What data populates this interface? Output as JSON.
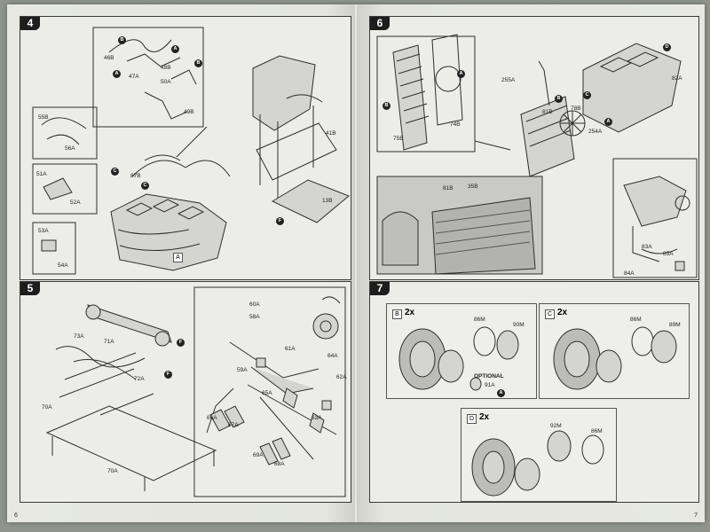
{
  "left_page": {
    "number": "6",
    "step4": {
      "label": "4",
      "parts": [
        "46B",
        "47A",
        "48B",
        "49B",
        "50A",
        "55B",
        "56A",
        "87B",
        "51A",
        "52A",
        "53A",
        "54A",
        "41B",
        "13B"
      ],
      "markers": [
        "B",
        "A",
        "A",
        "B",
        "C",
        "C",
        "F"
      ],
      "marker_box": "A"
    },
    "step5": {
      "label": "5",
      "parts": [
        "73A",
        "71A",
        "72A",
        "70A",
        "70A",
        "60A",
        "58A",
        "61A",
        "59A",
        "64A",
        "62A",
        "63A",
        "65A",
        "66A",
        "67A",
        "69A",
        "68A"
      ],
      "markers": [
        "F",
        "F"
      ]
    }
  },
  "right_page": {
    "number": "7",
    "step6": {
      "label": "6",
      "parts": [
        "74B",
        "75B",
        "255A",
        "81B",
        "78B",
        "254A",
        "82A",
        "81B",
        "35B",
        "83A",
        "85A",
        "84A"
      ],
      "markers": [
        "A",
        "B",
        "B",
        "A",
        "C",
        "D"
      ]
    },
    "step7": {
      "label": "7",
      "sub_b": {
        "letter": "B",
        "qty": "2x",
        "parts": [
          "86M",
          "90M",
          "91A"
        ],
        "optional": "OPTIONAL",
        "marker": "A"
      },
      "sub_c": {
        "letter": "C",
        "qty": "2x",
        "parts": [
          "86M",
          "89M"
        ]
      },
      "sub_d": {
        "letter": "D",
        "qty": "2x",
        "parts": [
          "92M",
          "86M"
        ]
      }
    }
  },
  "colors": {
    "page": "#e6e7e1",
    "background": "#8f948c",
    "ink": "#2e2e2e",
    "badge": "#1d1d1d"
  },
  "icons": [
    "engine-drawing-icon",
    "chassis-frame-icon",
    "radiator-icon",
    "tire-icon",
    "wheel-rim-icon",
    "arrow-marker-icon"
  ]
}
